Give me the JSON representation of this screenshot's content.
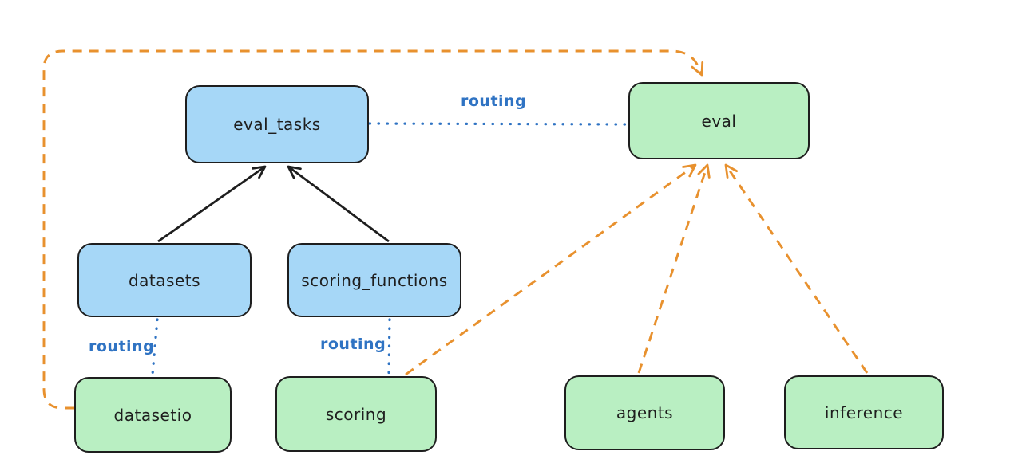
{
  "diagram": {
    "background": "#ffffff",
    "colors": {
      "api_fill_blue": "#a6d7f7",
      "provider_fill_green": "#b9efc2",
      "node_stroke": "#1e1e1e",
      "routing_line_blue": "#2f73c3",
      "dependency_line_orange": "#e8912e"
    },
    "nodes": {
      "eval_tasks": {
        "label": "eval_tasks",
        "fill": "#a6d7f7"
      },
      "eval": {
        "label": "eval",
        "fill": "#b9efc2"
      },
      "datasets": {
        "label": "datasets",
        "fill": "#a6d7f7"
      },
      "scoring_functions": {
        "label": "scoring_functions",
        "fill": "#a6d7f7"
      },
      "datasetio": {
        "label": "datasetio",
        "fill": "#b9efc2"
      },
      "scoring": {
        "label": "scoring",
        "fill": "#b9efc2"
      },
      "agents": {
        "label": "agents",
        "fill": "#b9efc2"
      },
      "inference": {
        "label": "inference",
        "fill": "#b9efc2"
      }
    },
    "labels": {
      "routing": "routing"
    },
    "edges": [
      {
        "from": "datasets",
        "to": "eval_tasks",
        "style": "solid",
        "color": "#1e1e1e",
        "arrow": true,
        "label": ""
      },
      {
        "from": "scoring_functions",
        "to": "eval_tasks",
        "style": "solid",
        "color": "#1e1e1e",
        "arrow": true,
        "label": ""
      },
      {
        "from": "eval_tasks",
        "to": "eval",
        "style": "dotted",
        "color": "#2f73c3",
        "arrow": false,
        "label": "routing"
      },
      {
        "from": "datasets",
        "to": "datasetio",
        "style": "dotted",
        "color": "#2f73c3",
        "arrow": false,
        "label": "routing"
      },
      {
        "from": "scoring_functions",
        "to": "scoring",
        "style": "dotted",
        "color": "#2f73c3",
        "arrow": false,
        "label": "routing"
      },
      {
        "from": "datasetio",
        "to": "eval",
        "style": "dashed",
        "color": "#e8912e",
        "arrow": true,
        "label": ""
      },
      {
        "from": "scoring",
        "to": "eval",
        "style": "dashed",
        "color": "#e8912e",
        "arrow": true,
        "label": ""
      },
      {
        "from": "agents",
        "to": "eval",
        "style": "dashed",
        "color": "#e8912e",
        "arrow": true,
        "label": ""
      },
      {
        "from": "inference",
        "to": "eval",
        "style": "dashed",
        "color": "#e8912e",
        "arrow": true,
        "label": ""
      }
    ]
  }
}
